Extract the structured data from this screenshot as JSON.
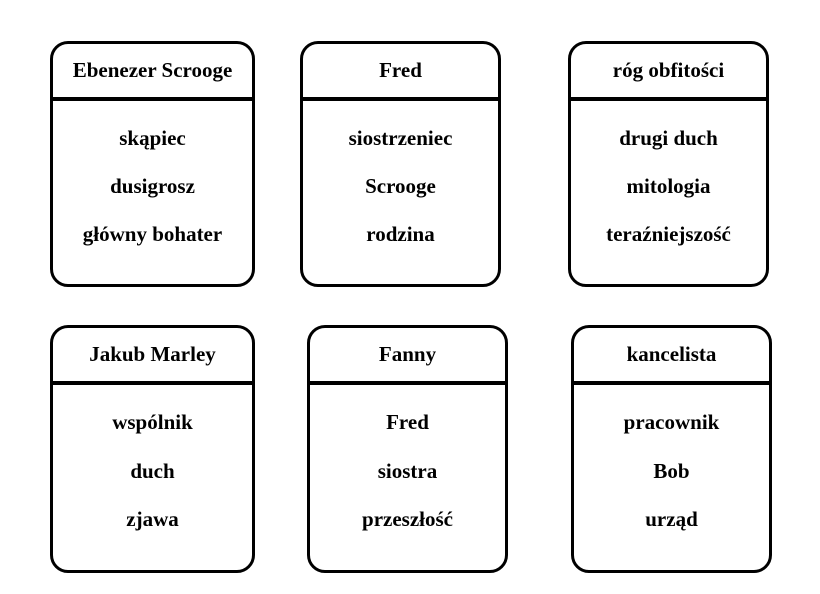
{
  "page": {
    "background_color": "#ffffff",
    "card_background_color": "#ffffff",
    "card_border_color": "#000000",
    "text_color": "#000000"
  },
  "cards": [
    {
      "id": "ebenezer-scrooge",
      "title": "Ebenezer Scrooge",
      "items": [
        "skąpiec",
        "dusigrosz",
        "główny bohater"
      ]
    },
    {
      "id": "fred",
      "title": "Fred",
      "items": [
        "siostrzeniec",
        "Scrooge",
        "rodzina"
      ]
    },
    {
      "id": "rog-obfitosci",
      "title": "róg obfitości",
      "items": [
        "drugi duch",
        "mitologia",
        "teraźniejszość"
      ]
    },
    {
      "id": "jakub-marley",
      "title": "Jakub Marley",
      "items": [
        "wspólnik",
        "duch",
        "zjawa"
      ]
    },
    {
      "id": "fanny",
      "title": "Fanny",
      "items": [
        "Fred",
        "siostra",
        "przeszłość"
      ]
    },
    {
      "id": "kancelista",
      "title": "kancelista",
      "items": [
        "pracownik",
        "Bob",
        "urząd"
      ]
    }
  ]
}
